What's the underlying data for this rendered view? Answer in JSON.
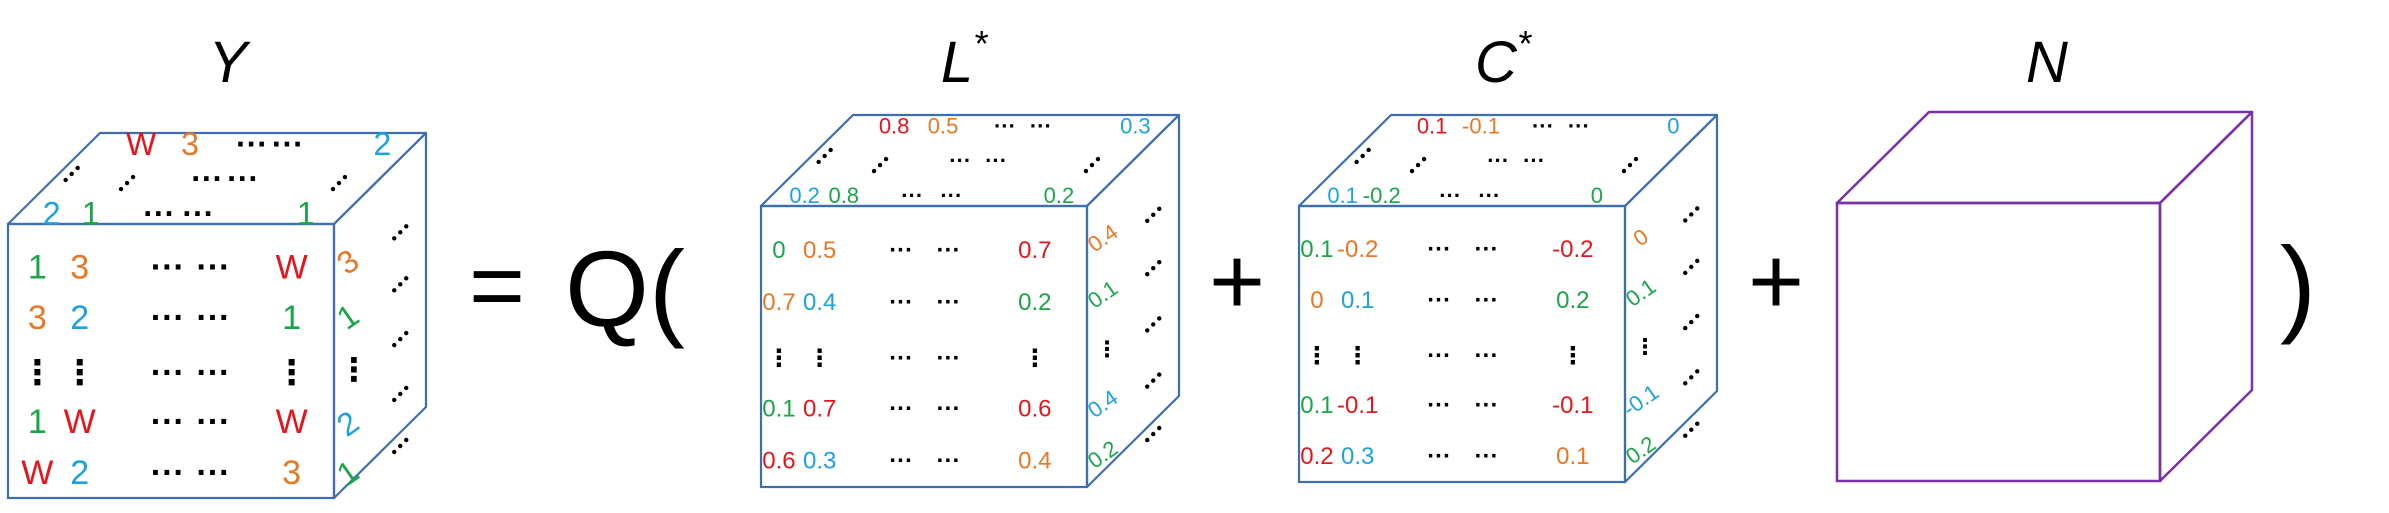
{
  "colors": {
    "red": "#e8141c",
    "orange": "#e97825",
    "green": "#1aa548",
    "cyan": "#1aa3df",
    "black": "#000000",
    "cube_edge": "#3d6fb0",
    "noise_edge": "#7b2fa8"
  },
  "operators": {
    "equals": "=",
    "q_open": "Q(",
    "plus": "+",
    "close": ")"
  },
  "cubes": [
    {
      "id": "Y",
      "title_main": "Y",
      "title_sup": "",
      "front": [
        [
          {
            "v": "1",
            "c": "green"
          },
          {
            "v": "3",
            "c": "orange"
          },
          {
            "v": "···",
            "c": "black"
          },
          {
            "v": "···",
            "c": "black"
          },
          {
            "v": "W",
            "c": "red"
          }
        ],
        [
          {
            "v": "3",
            "c": "orange"
          },
          {
            "v": "2",
            "c": "cyan"
          },
          {
            "v": "···",
            "c": "black"
          },
          {
            "v": "···",
            "c": "black"
          },
          {
            "v": "1",
            "c": "green"
          }
        ],
        [
          {
            "v": "⋮",
            "c": "black"
          },
          {
            "v": "⋮",
            "c": "black"
          },
          {
            "v": "···",
            "c": "black"
          },
          {
            "v": "···",
            "c": "black"
          },
          {
            "v": "⋮",
            "c": "black"
          }
        ],
        [
          {
            "v": "1",
            "c": "green"
          },
          {
            "v": "W",
            "c": "red"
          },
          {
            "v": "···",
            "c": "black"
          },
          {
            "v": "···",
            "c": "black"
          },
          {
            "v": "W",
            "c": "red"
          }
        ],
        [
          {
            "v": "W",
            "c": "red"
          },
          {
            "v": "2",
            "c": "cyan"
          },
          {
            "v": "···",
            "c": "black"
          },
          {
            "v": "···",
            "c": "black"
          },
          {
            "v": "3",
            "c": "orange"
          }
        ]
      ],
      "top_back": [
        {
          "v": "W",
          "c": "red"
        },
        {
          "v": "3",
          "c": "orange"
        },
        {
          "v": "···",
          "c": "black"
        },
        {
          "v": "···",
          "c": "black"
        },
        {
          "v": "2",
          "c": "cyan"
        }
      ],
      "top_mid": [
        {
          "v": "···",
          "c": "black"
        },
        {
          "v": "···",
          "c": "black"
        }
      ],
      "top_front": [
        {
          "v": "2",
          "c": "cyan"
        },
        {
          "v": "1",
          "c": "green"
        },
        {
          "v": "···",
          "c": "black"
        },
        {
          "v": "···",
          "c": "black"
        },
        {
          "v": "1",
          "c": "green"
        }
      ],
      "side": [
        {
          "v": "3",
          "c": "orange"
        },
        {
          "v": "1",
          "c": "green"
        },
        {
          "v": "⋮",
          "c": "black"
        },
        {
          "v": "2",
          "c": "cyan"
        },
        {
          "v": "1",
          "c": "green"
        }
      ]
    },
    {
      "id": "L",
      "title_main": "L",
      "title_sup": "*",
      "front": [
        [
          {
            "v": "0",
            "c": "green"
          },
          {
            "v": "0.5",
            "c": "orange"
          },
          {
            "v": "···",
            "c": "black"
          },
          {
            "v": "···",
            "c": "black"
          },
          {
            "v": "0.7",
            "c": "red"
          }
        ],
        [
          {
            "v": "0.7",
            "c": "orange"
          },
          {
            "v": "0.4",
            "c": "cyan"
          },
          {
            "v": "···",
            "c": "black"
          },
          {
            "v": "···",
            "c": "black"
          },
          {
            "v": "0.2",
            "c": "green"
          }
        ],
        [
          {
            "v": "⋮",
            "c": "black"
          },
          {
            "v": "⋮",
            "c": "black"
          },
          {
            "v": "···",
            "c": "black"
          },
          {
            "v": "···",
            "c": "black"
          },
          {
            "v": "⋮",
            "c": "black"
          }
        ],
        [
          {
            "v": "0.1",
            "c": "green"
          },
          {
            "v": "0.7",
            "c": "red"
          },
          {
            "v": "···",
            "c": "black"
          },
          {
            "v": "···",
            "c": "black"
          },
          {
            "v": "0.6",
            "c": "red"
          }
        ],
        [
          {
            "v": "0.6",
            "c": "red"
          },
          {
            "v": "0.3",
            "c": "cyan"
          },
          {
            "v": "···",
            "c": "black"
          },
          {
            "v": "···",
            "c": "black"
          },
          {
            "v": "0.4",
            "c": "orange"
          }
        ]
      ],
      "top_back": [
        {
          "v": "0.8",
          "c": "red"
        },
        {
          "v": "0.5",
          "c": "orange"
        },
        {
          "v": "···",
          "c": "black"
        },
        {
          "v": "···",
          "c": "black"
        },
        {
          "v": "0.3",
          "c": "cyan"
        }
      ],
      "top_mid": [
        {
          "v": "···",
          "c": "black"
        },
        {
          "v": "···",
          "c": "black"
        }
      ],
      "top_front": [
        {
          "v": "0.2",
          "c": "cyan"
        },
        {
          "v": "0.8",
          "c": "green"
        },
        {
          "v": "···",
          "c": "black"
        },
        {
          "v": "···",
          "c": "black"
        },
        {
          "v": "0.2",
          "c": "green"
        }
      ],
      "side": [
        {
          "v": "0.4",
          "c": "orange"
        },
        {
          "v": "0.1",
          "c": "green"
        },
        {
          "v": "⋮",
          "c": "black"
        },
        {
          "v": "0.4",
          "c": "cyan"
        },
        {
          "v": "0.2",
          "c": "green"
        }
      ]
    },
    {
      "id": "C",
      "title_main": "C",
      "title_sup": "*",
      "front": [
        [
          {
            "v": "0.1",
            "c": "green"
          },
          {
            "v": "-0.2",
            "c": "orange"
          },
          {
            "v": "···",
            "c": "black"
          },
          {
            "v": "···",
            "c": "black"
          },
          {
            "v": "-0.2",
            "c": "red"
          }
        ],
        [
          {
            "v": "0",
            "c": "orange"
          },
          {
            "v": "0.1",
            "c": "cyan"
          },
          {
            "v": "···",
            "c": "black"
          },
          {
            "v": "···",
            "c": "black"
          },
          {
            "v": "0.2",
            "c": "green"
          }
        ],
        [
          {
            "v": "⋮",
            "c": "black"
          },
          {
            "v": "⋮",
            "c": "black"
          },
          {
            "v": "···",
            "c": "black"
          },
          {
            "v": "···",
            "c": "black"
          },
          {
            "v": "⋮",
            "c": "black"
          }
        ],
        [
          {
            "v": "0.1",
            "c": "green"
          },
          {
            "v": "-0.1",
            "c": "red"
          },
          {
            "v": "···",
            "c": "black"
          },
          {
            "v": "···",
            "c": "black"
          },
          {
            "v": "-0.1",
            "c": "red"
          }
        ],
        [
          {
            "v": "0.2",
            "c": "red"
          },
          {
            "v": "0.3",
            "c": "cyan"
          },
          {
            "v": "···",
            "c": "black"
          },
          {
            "v": "···",
            "c": "black"
          },
          {
            "v": "0.1",
            "c": "orange"
          }
        ]
      ],
      "top_back": [
        {
          "v": "0.1",
          "c": "red"
        },
        {
          "v": "-0.1",
          "c": "orange"
        },
        {
          "v": "···",
          "c": "black"
        },
        {
          "v": "···",
          "c": "black"
        },
        {
          "v": "0",
          "c": "cyan"
        }
      ],
      "top_mid": [
        {
          "v": "···",
          "c": "black"
        },
        {
          "v": "···",
          "c": "black"
        }
      ],
      "top_front": [
        {
          "v": "0.1",
          "c": "cyan"
        },
        {
          "v": "-0.2",
          "c": "green"
        },
        {
          "v": "···",
          "c": "black"
        },
        {
          "v": "···",
          "c": "black"
        },
        {
          "v": "0",
          "c": "green"
        }
      ],
      "side": [
        {
          "v": "0",
          "c": "orange"
        },
        {
          "v": "0.1",
          "c": "green"
        },
        {
          "v": "⋮",
          "c": "black"
        },
        {
          "v": "-0.1",
          "c": "cyan"
        },
        {
          "v": "0.2",
          "c": "green"
        }
      ]
    },
    {
      "id": "N",
      "title_main": "N",
      "title_sup": "",
      "empty": true
    }
  ]
}
